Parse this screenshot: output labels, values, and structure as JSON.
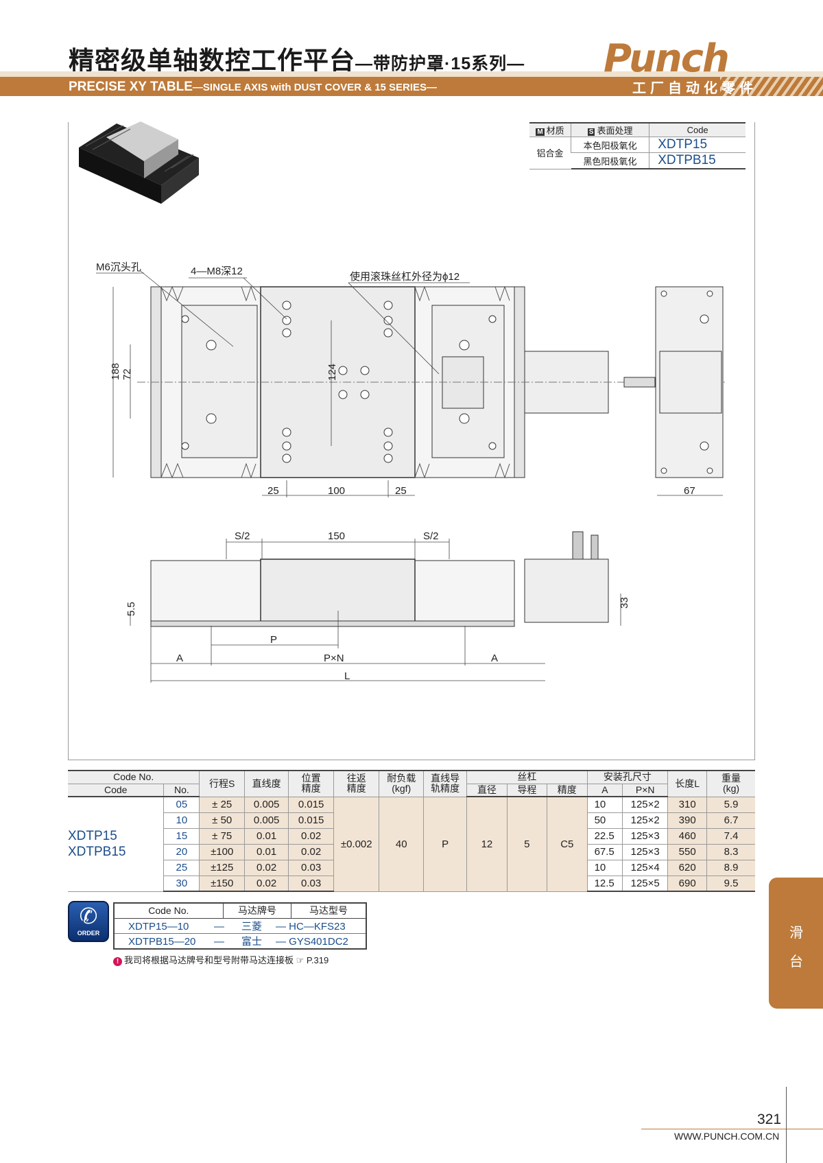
{
  "header": {
    "title": "精密级单轴数控工作平台",
    "title_sub": "—带防护罩·15系列—",
    "en_title": "PRECISE XY TABLE",
    "en_sub": "—SINGLE AXIS with DUST COVER & 15 SERIES—",
    "logo": "Punch",
    "logo_sub": "工厂自动化零件"
  },
  "material_table": {
    "col_material": "材质",
    "col_surface": "表面处理",
    "col_code": "Code",
    "badge_m": "M",
    "badge_s": "S",
    "material": "铝合金",
    "rows": [
      {
        "surface": "本色阳极氧化",
        "code": "XDTP15"
      },
      {
        "surface": "黑色阳极氧化",
        "code": "XDTPB15"
      }
    ]
  },
  "drawing": {
    "label_m6": "M6沉头孔",
    "label_m8": "4—M8深12",
    "label_screw": "使用滚珠丝杠外径为ϕ12",
    "dim_188": "188",
    "dim_72": "72",
    "dim_124": "124",
    "dim_25a": "25",
    "dim_100": "100",
    "dim_25b": "25",
    "dim_67": "67",
    "dim_s2a": "S/2",
    "dim_150": "150",
    "dim_s2b": "S/2",
    "dim_55": "5.5",
    "dim_33": "33",
    "dim_p": "P",
    "dim_a1": "A",
    "dim_pxn": "P×N",
    "dim_a2": "A",
    "dim_l": "L"
  },
  "spec_table": {
    "headers": {
      "code_no": "Code No.",
      "code": "Code",
      "no": "No.",
      "stroke": "行程S",
      "straight": "直线度",
      "pos": "位置",
      "pos2": "精度",
      "rep": "往返",
      "rep2": "精度",
      "load": "耐负载",
      "load2": "(kgf)",
      "guide": "直线导",
      "guide2": "轨精度",
      "screw": "丝杠",
      "dia": "直径",
      "lead": "导程",
      "acc": "精度",
      "mount": "安装孔尺寸",
      "a": "A",
      "pxn": "P×N",
      "len": "长度L",
      "weight": "重量",
      "weight2": "(kg)"
    },
    "codes": [
      "XDTP15",
      "XDTPB15"
    ],
    "shared": {
      "rep": "±0.002",
      "load": "40",
      "guide": "P",
      "dia": "12",
      "lead": "5",
      "acc": "C5"
    },
    "rows": [
      {
        "no": "05",
        "stroke": "± 25",
        "straight": "0.005",
        "pos": "0.015",
        "a": "10",
        "pxn": "125×2",
        "len": "310",
        "w": "5.9"
      },
      {
        "no": "10",
        "stroke": "± 50",
        "straight": "0.005",
        "pos": "0.015",
        "a": "50",
        "pxn": "125×2",
        "len": "390",
        "w": "6.7"
      },
      {
        "no": "15",
        "stroke": "± 75",
        "straight": "0.01",
        "pos": "0.02",
        "a": "22.5",
        "pxn": "125×3",
        "len": "460",
        "w": "7.4"
      },
      {
        "no": "20",
        "stroke": "±100",
        "straight": "0.01",
        "pos": "0.02",
        "a": "67.5",
        "pxn": "125×3",
        "len": "550",
        "w": "8.3"
      },
      {
        "no": "25",
        "stroke": "±125",
        "straight": "0.02",
        "pos": "0.03",
        "a": "10",
        "pxn": "125×4",
        "len": "620",
        "w": "8.9"
      },
      {
        "no": "30",
        "stroke": "±150",
        "straight": "0.02",
        "pos": "0.03",
        "a": "12.5",
        "pxn": "125×5",
        "len": "690",
        "w": "9.5"
      }
    ]
  },
  "order": {
    "icon_label": "ORDER",
    "headers": [
      "Code No.",
      "马达牌号",
      "马达型号"
    ],
    "rows": [
      [
        "XDTP15—10",
        "—",
        "三菱",
        "— HC—KFS23"
      ],
      [
        "XDTPB15—20",
        "—",
        "富士",
        "— GYS401DC2"
      ]
    ],
    "note": "我司将根据马达牌号和型号附带马达连接板",
    "note_ref": "☞ P.319",
    "note_mark": "!"
  },
  "side_tab": {
    "line1": "滑",
    "line2": "台"
  },
  "footer": {
    "page": "321",
    "url": "WWW.PUNCH.COM.CN"
  }
}
